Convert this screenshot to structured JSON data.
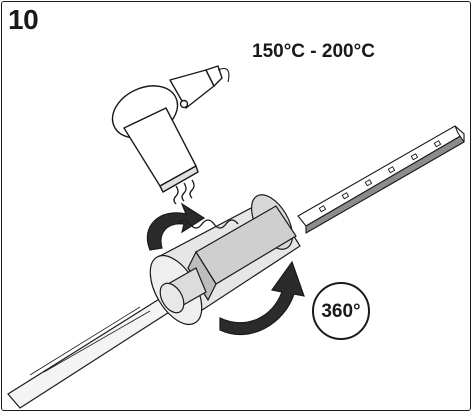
{
  "step": {
    "number": "10"
  },
  "temperature": {
    "label": "150°C - 200°C"
  },
  "rotation": {
    "label": "360°"
  },
  "icons": {
    "heat_gun": "heat-gun-icon",
    "heat_waves": "heat-waves-icon",
    "rotation_arrow": "rotation-arrow-icon"
  }
}
